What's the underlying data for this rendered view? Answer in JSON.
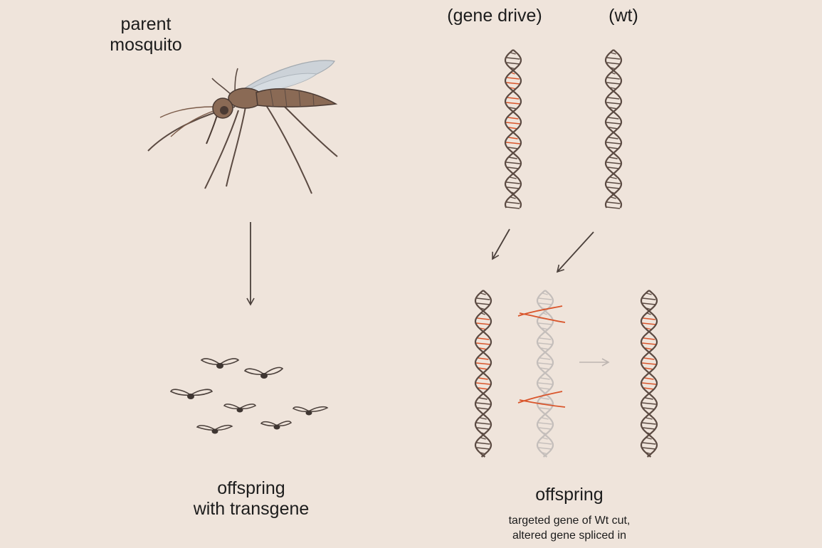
{
  "labels": {
    "parent_line1": "parent",
    "parent_line2": "mosquito",
    "gene_drive": "(gene drive)",
    "wild_type": "(wt)",
    "offspring_left_line1": "offspring",
    "offspring_left_line2": "with transgene",
    "offspring_right": "offspring",
    "caption_line1": "targeted gene of Wt cut,",
    "caption_line2": "altered gene spliced in"
  },
  "colors": {
    "background": "#efe4db",
    "strand": "#5b4a42",
    "highlight": "#d9552b",
    "faded": "#c4bebb",
    "mosquito_body": "#8a6a55",
    "wing": "#c9d1d8"
  },
  "icons": {
    "mosquito": "mosquito-icon",
    "small_mosquito": "small-mosquito-icon",
    "dna": "dna-helix-icon",
    "arrow": "arrow-icon"
  }
}
